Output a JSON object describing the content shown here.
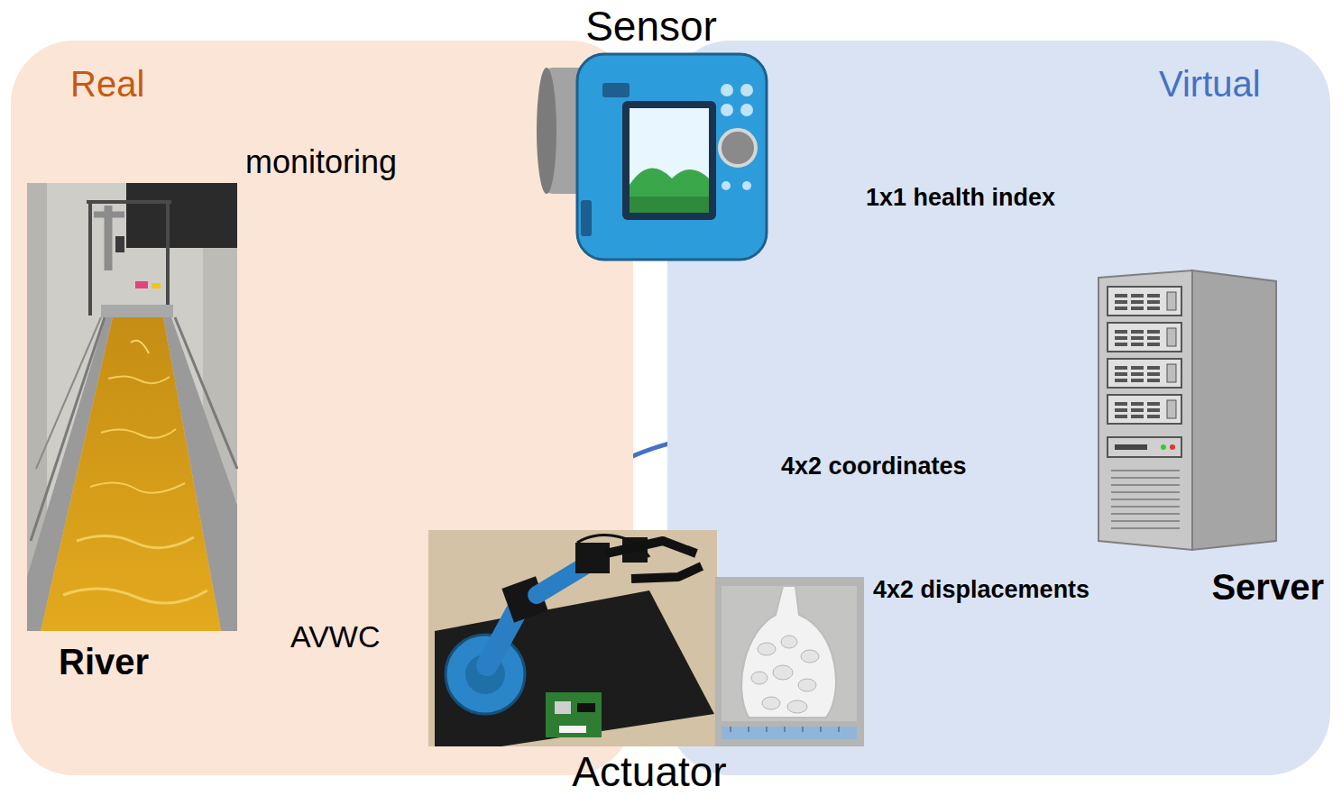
{
  "diagram": {
    "nodes": [
      {
        "text": [
          "Real"
        ]
      },
      {
        "text": [
          "Virtual"
        ]
      },
      {
        "text": [
          "Sensor"
        ]
      },
      {
        "text": [
          "River"
        ],
        "in": 0
      },
      {
        "text": [
          "Server"
        ],
        "in": 1
      },
      {
        "text": [
          "Actuator"
        ]
      }
    ],
    "edges": [
      {
        "from": 3,
        "to": 2,
        "label": "monitoring",
        "arrow": "to"
      },
      {
        "from": 2,
        "to": 4,
        "label": "1x1 health index",
        "arrow": "to"
      },
      {
        "from": 5,
        "to": 4,
        "label": "4x2 coordinates",
        "arrow": "to"
      },
      {
        "from": 4,
        "to": 5,
        "label": "4x2 displacements",
        "arrow": "to"
      },
      {
        "from": 5,
        "to": 3,
        "label": "AVWC",
        "arrow": "to"
      }
    ]
  }
}
